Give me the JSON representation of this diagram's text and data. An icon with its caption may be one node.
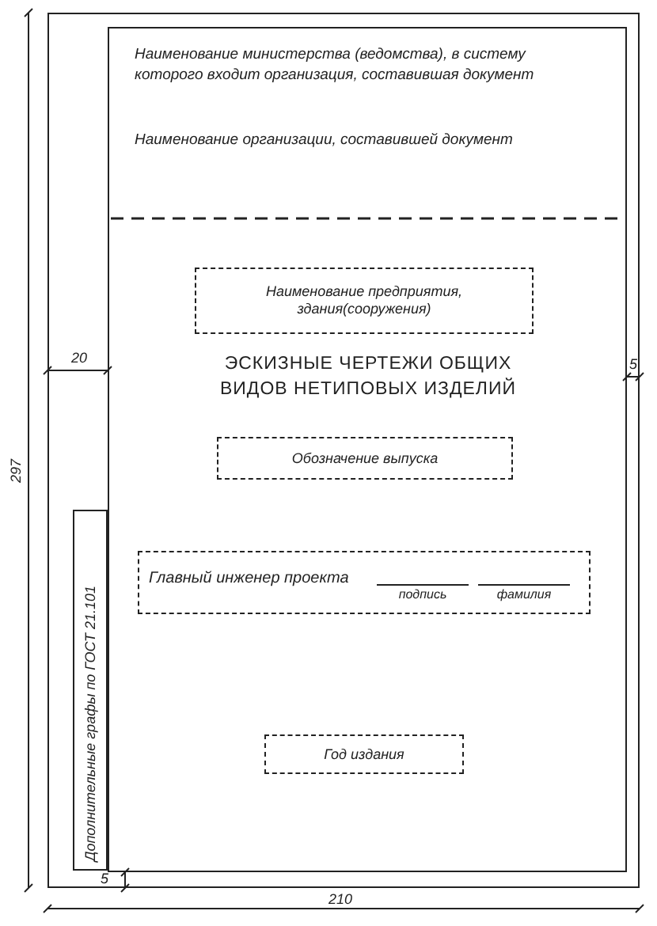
{
  "diagram": {
    "nodes": [
      {
        "text": [],
        "shape": "box"
      },
      {
        "text": [],
        "shape": "box",
        "in": 0
      },
      {
        "text": [
          "Наименование предприятия, здания(сооружения)"
        ],
        "in": 1
      },
      {
        "text": [
          "Обозначение выпуска"
        ],
        "in": 1
      },
      {
        "text": [
          "Главный инженер проекта",
          "подпись",
          "фамилия"
        ],
        "in": 1
      },
      {
        "text": [
          "Год издания"
        ],
        "in": 1
      },
      {
        "text": [
          "Дополнительные графы по ГОСТ 21.101"
        ],
        "in": 0
      }
    ],
    "edges": [],
    "labels": [
      "Наименование министерства (ведомства), в систему которого входит организация, составившая документ",
      "Наименование организации, составившей документ",
      "ЭСКИЗНЫЕ ЧЕРТЕЖИ ОБЩИХ ВИДОВ НЕТИПОВЫХ ИЗДЕЛИЙ",
      "20",
      "5",
      "297",
      "5",
      "210"
    ]
  }
}
